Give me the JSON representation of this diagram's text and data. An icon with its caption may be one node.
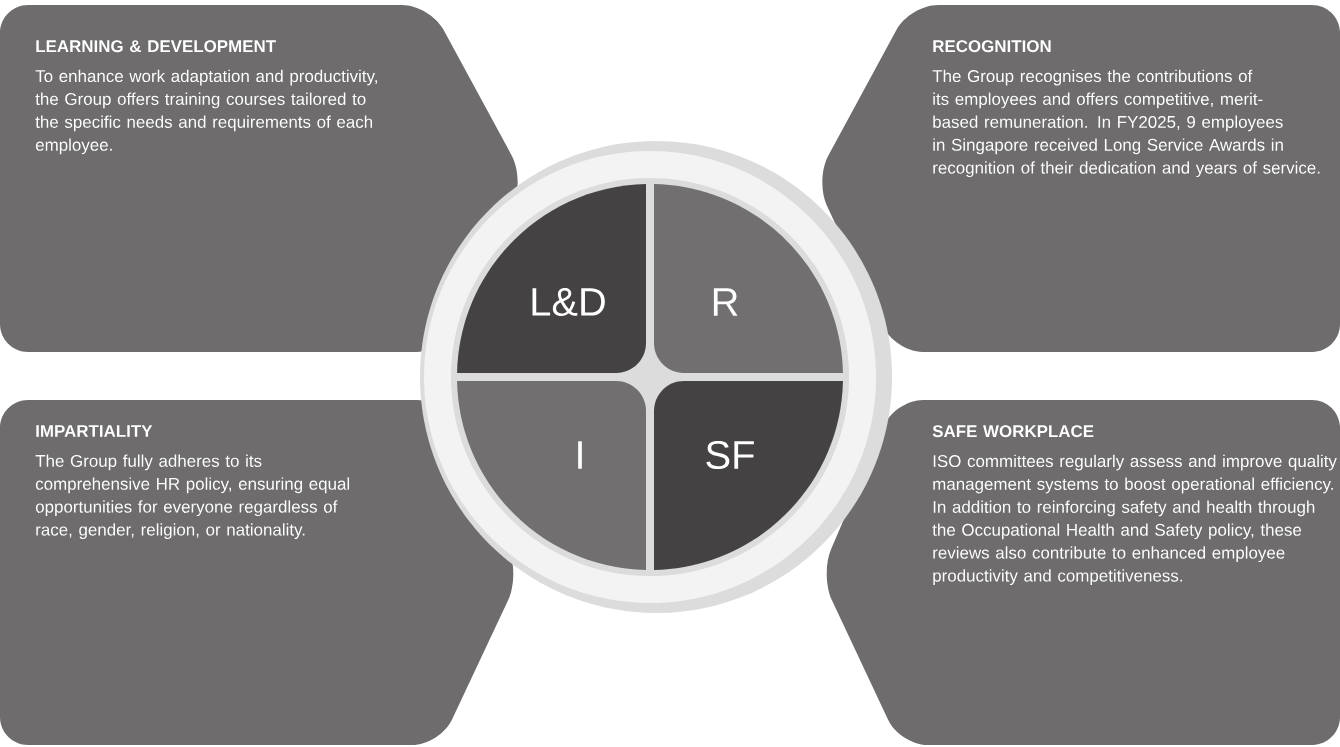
{
  "diagram": {
    "nodes": [
      {
        "text": [
          "LEARNING & DEVELOPMENT",
          "To enhance work adaptation and productivity, the Group offers training courses tailored to the specific needs and requirements of each employee."
        ]
      },
      {
        "text": [
          "RECOGNITION",
          "The Group recognises the contributions of its employees and offers competitive, merit-based remuneration. In FY2025, 9 employees in Singapore received Long Service Awards in recognition of their dedication and years of service."
        ]
      },
      {
        "text": [
          "IMPARTIALITY",
          "The Group fully adheres to its comprehensive HR policy, ensuring equal opportunities for everyone regardless of race, gender, religion, or nationality."
        ]
      },
      {
        "text": [
          "SAFE WORKPLACE",
          "ISO committees regularly assess and improve quality management systems to boost operational efficiency. In addition to reinforcing safety and health through the Occupational Health and Safety policy, these reviews also contribute to enhanced employee productivity and competitiveness."
        ]
      },
      {
        "text": [
          "L&D"
        ]
      },
      {
        "text": [
          "R"
        ]
      },
      {
        "text": [
          "I"
        ]
      },
      {
        "text": [
          "SF"
        ]
      }
    ]
  }
}
